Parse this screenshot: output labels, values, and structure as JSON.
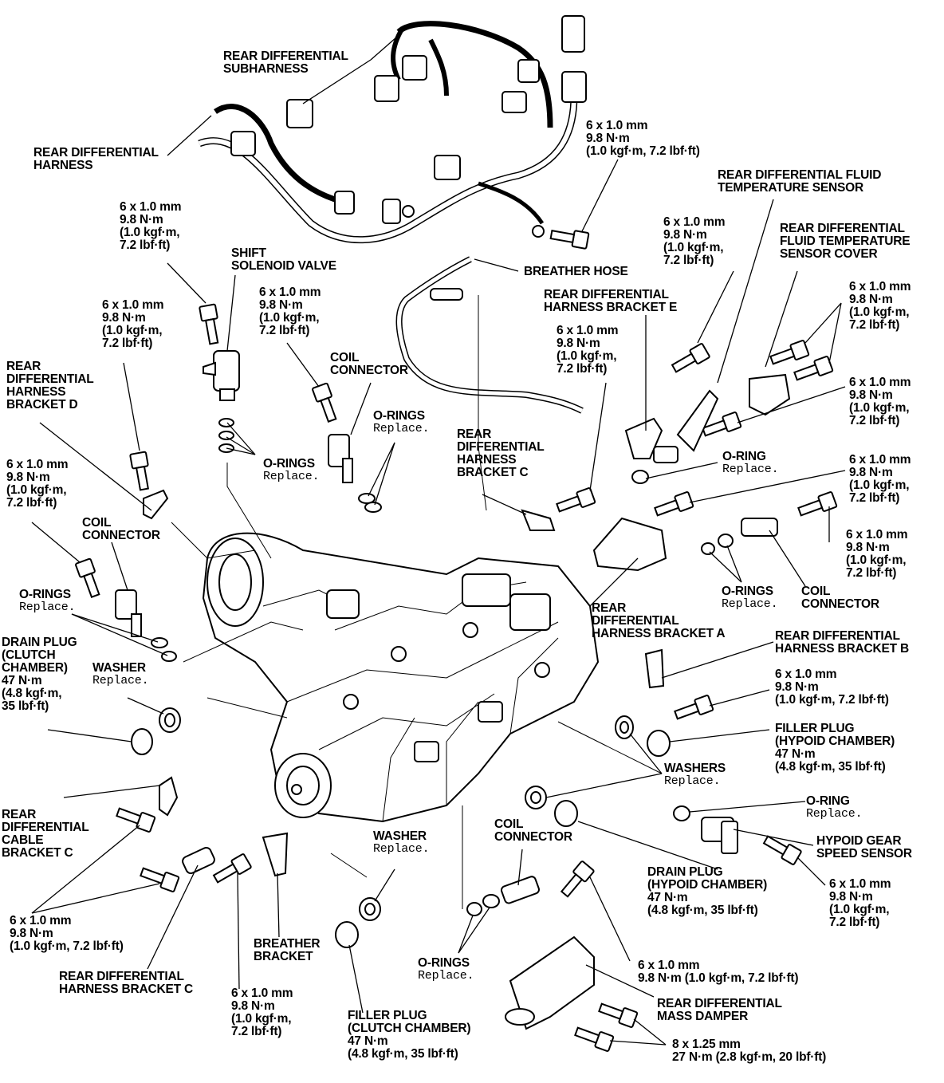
{
  "labels": {
    "subharness": [
      "REAR DIFFERENTIAL",
      "SUBHARNESS"
    ],
    "harness": [
      "REAR DIFFERENTIAL",
      "HARNESS"
    ],
    "bolt_top": [
      "6 x 1.0 mm",
      "9.8 N·m",
      "(1.0 kgf·m, 7.2 lbf·ft)"
    ],
    "fluid_temp_sensor": [
      "REAR DIFFERENTIAL FLUID",
      "TEMPERATURE SENSOR"
    ],
    "bolt_mid_left": [
      "6 x 1.0 mm",
      "9.8 N·m",
      "(1.0 kgf·m,",
      "7.2 lbf·ft)"
    ],
    "bolt_top_right": [
      "6 x 1.0 mm",
      "9.8 N·m",
      "(1.0 kgf·m,",
      "7.2 lbf·ft)"
    ],
    "sensor_cover": [
      "REAR DIFFERENTIAL",
      "FLUID TEMPERATURE",
      "SENSOR COVER"
    ],
    "shift_solenoid": [
      "SHIFT",
      "SOLENOID VALVE"
    ],
    "breather_hose": "BREATHER HOSE",
    "bracket_e": [
      "REAR DIFFERENTIAL",
      "HARNESS BRACKET E"
    ],
    "bolt_solenoid_left": [
      "6 x 1.0 mm",
      "9.8 N·m",
      "(1.0 kgf·m,",
      "7.2 lbf·ft)"
    ],
    "bolt_coil_top": [
      "6 x 1.0 mm",
      "9.8 N·m",
      "(1.0 kgf·m,",
      "7.2 lbf·ft)"
    ],
    "bolt_bracket_e": [
      "6 x 1.0 mm",
      "9.8 N·m",
      "(1.0 kgf·m,",
      "7.2 lbf·ft)"
    ],
    "bolt_cover_a": [
      "6 x 1.0 mm",
      "9.8 N·m",
      "(1.0 kgf·m,",
      "7.2 lbf·ft)"
    ],
    "bolt_cover_b": [
      "6 x 1.0 mm",
      "9.8 N·m",
      "(1.0 kgf·m,",
      "7.2 lbf·ft)"
    ],
    "coil_connector_top": [
      "COIL",
      "CONNECTOR"
    ],
    "bracket_d": [
      "REAR",
      "DIFFERENTIAL",
      "HARNESS",
      "BRACKET D"
    ],
    "orings_top_right": {
      "title": "O-RINGS",
      "note": "Replace."
    },
    "orings_solenoid": {
      "title": "O-RINGS",
      "note": "Replace."
    },
    "bracket_c_top": [
      "REAR",
      "DIFFERENTIAL",
      "HARNESS",
      "BRACKET C"
    ],
    "oring_right": {
      "title": "O-RING",
      "note": "Replace."
    },
    "bolt_bracket_c": [
      "6 x 1.0 mm",
      "9.8 N·m",
      "(1.0 kgf·m,",
      "7.2 lbf·ft)"
    ],
    "bolt_right_a": [
      "6 x 1.0 mm",
      "9.8 N·m",
      "(1.0 kgf·m,",
      "7.2 lbf·ft)"
    ],
    "bolt_left_d": [
      "6 x 1.0 mm",
      "9.8 N·m",
      "(1.0 kgf·m,",
      "7.2 lbf·ft)"
    ],
    "coil_connector_left": [
      "COIL",
      "CONNECTOR"
    ],
    "bolt_right_b": [
      "6 x 1.0 mm",
      "9.8 N·m",
      "(1.0 kgf·m,",
      "7.2 lbf·ft)"
    ],
    "orings_right": {
      "title": "O-RINGS",
      "note": "Replace."
    },
    "coil_connector_right": [
      "COIL",
      "CONNECTOR"
    ],
    "orings_left": {
      "title": "O-RINGS",
      "note": "Replace."
    },
    "bracket_a": [
      "REAR",
      "DIFFERENTIAL",
      "HARNESS BRACKET A"
    ],
    "drain_clutch": [
      "DRAIN PLUG",
      "(CLUTCH",
      "CHAMBER)",
      "47 N·m",
      "(4.8 kgf·m,",
      "35 lbf·ft)"
    ],
    "washer_left": {
      "title": "WASHER",
      "note": "Replace."
    },
    "bracket_b": [
      "REAR DIFFERENTIAL",
      "HARNESS BRACKET B"
    ],
    "bolt_bracket_b": [
      "6 x 1.0 mm",
      "9.8 N·m",
      "(1.0 kgf·m, 7.2 lbf·ft)"
    ],
    "filler_hypoid": [
      "FILLER PLUG",
      "(HYPOID CHAMBER)",
      "47 N·m",
      "(4.8 kgf·m, 35 lbf·ft)"
    ],
    "washers": {
      "title": "WASHERS",
      "note": "Replace."
    },
    "cable_bracket_c": [
      "REAR",
      "DIFFERENTIAL",
      "CABLE",
      "BRACKET C"
    ],
    "oring_lower_right": {
      "title": "O-RING",
      "note": "Replace."
    },
    "washer_mid": {
      "title": "WASHER",
      "note": "Replace."
    },
    "coil_connector_bottom": [
      "COIL",
      "CONNECTOR"
    ],
    "hypoid_sensor": [
      "HYPOID GEAR",
      "SPEED SENSOR"
    ],
    "drain_hypoid": [
      "DRAIN PLUG",
      "(HYPOID CHAMBER)",
      "47 N·m",
      "(4.8 kgf·m, 35 lbf·ft)"
    ],
    "bolt_hypoid_sensor": [
      "6 x 1.0 mm",
      "9.8 N·m",
      "(1.0 kgf·m,",
      "7.2 lbf·ft)"
    ],
    "bolt_bottom_left": [
      "6 x 1.0 mm",
      "9.8 N·m",
      "(1.0 kgf·m, 7.2 lbf·ft)"
    ],
    "breather_bracket": [
      "BREATHER",
      "BRACKET"
    ],
    "bracket_c_bottom": [
      "REAR DIFFERENTIAL",
      "HARNESS BRACKET C"
    ],
    "bolt_bottom_mid": [
      "6 x 1.0 mm",
      "9.8 N·m",
      "(1.0 kgf·m,",
      "7.2 lbf·ft)"
    ],
    "orings_bottom": {
      "title": "O-RINGS",
      "note": "Replace."
    },
    "bolt_damper_top": [
      "6 x 1.0 mm",
      "9.8 N·m (1.0 kgf·m, 7.2 lbf·ft)"
    ],
    "mass_damper": [
      "REAR DIFFERENTIAL",
      "MASS DAMPER"
    ],
    "filler_clutch": [
      "FILLER PLUG",
      "(CLUTCH CHAMBER)",
      "47 N·m",
      "(4.8 kgf·m, 35 lbf·ft)"
    ],
    "bolt_damper": [
      "8 x 1.25 mm",
      "27 N·m (2.8 kgf·m, 20 lbf·ft)"
    ]
  }
}
